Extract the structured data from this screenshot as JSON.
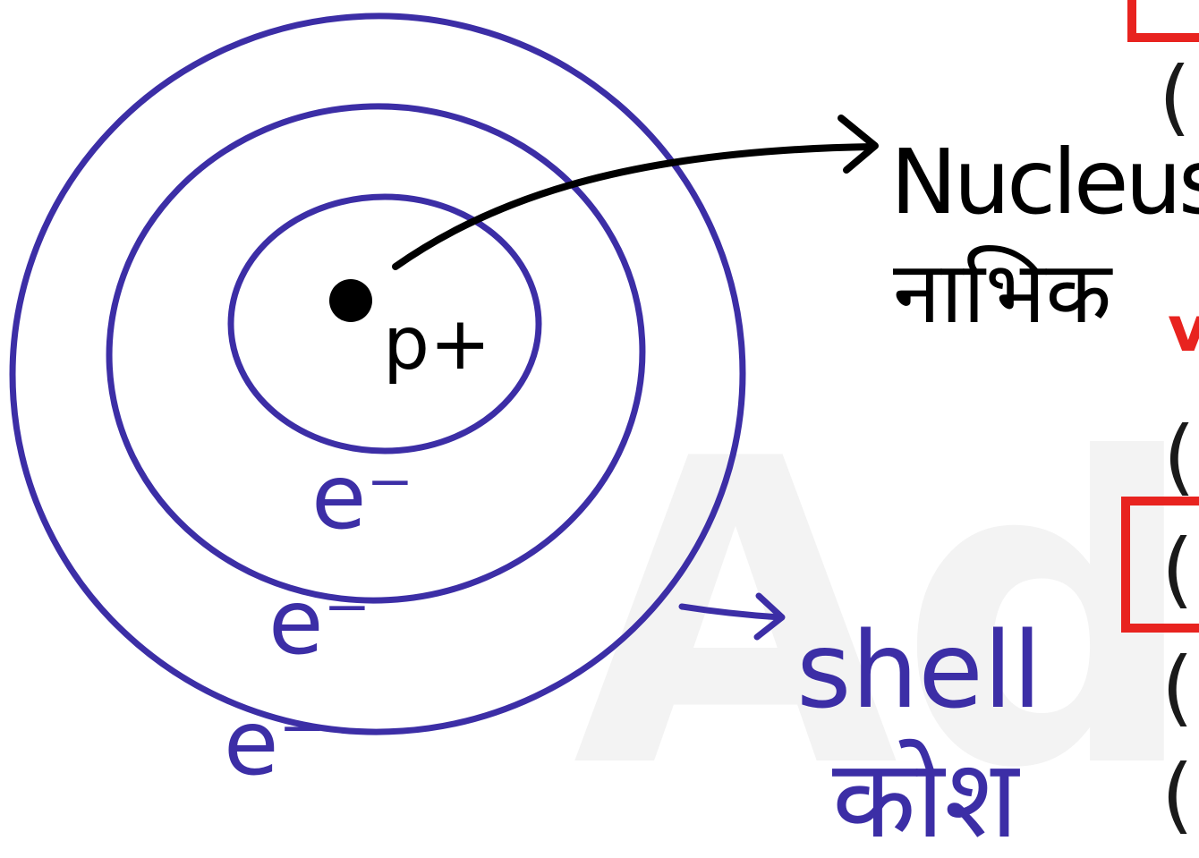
{
  "diagram": {
    "nucleus_label": "p+",
    "nucleus_annotation": "Nucleus",
    "nucleus_annotation_hindi": "नाभिक",
    "electron_labels": [
      "e⁻",
      "e⁻",
      "e⁻"
    ],
    "shell_annotation": "shell",
    "shell_annotation_hindi": "कोश"
  },
  "background": {
    "watermark": "Ad",
    "right_column_marker": "(",
    "red_letter": "v"
  },
  "colors": {
    "ink_blue": "#3c2ea6",
    "ink_black": "#000000",
    "highlight_red": "#e8231f",
    "watermark_gray": "#f3f3f3"
  }
}
